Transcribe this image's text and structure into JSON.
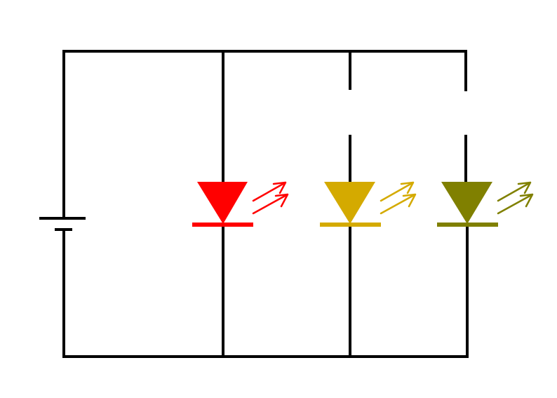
{
  "diagram": {
    "type": "circuit-schematic",
    "components": {
      "battery": {
        "kind": "dc-cell"
      },
      "leds": [
        {
          "kind": "light-emitting-diode",
          "color": "#ff0000",
          "switch": "none"
        },
        {
          "kind": "light-emitting-diode",
          "color": "#d4aa00",
          "switch": "open"
        },
        {
          "kind": "light-emitting-diode",
          "color": "#808000",
          "switch": "open"
        }
      ]
    },
    "wire_color": "#000000"
  }
}
